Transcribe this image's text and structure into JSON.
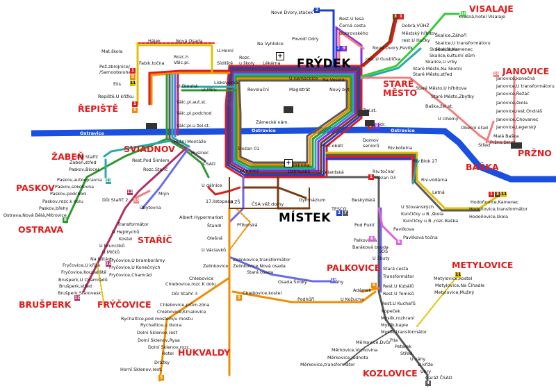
{
  "cities": [
    {
      "key": "frydek",
      "name": "FRÝDEK"
    },
    {
      "key": "mistek",
      "name": "MÍSTEK"
    }
  ],
  "towns": [
    {
      "key": "visalaje",
      "name": "VISALAJE"
    },
    {
      "key": "janovice",
      "name": "JANOVICE"
    },
    {
      "key": "stare_mesto_1",
      "name": "STARÉ"
    },
    {
      "key": "stare_mesto_2",
      "name": "MĚSTO"
    },
    {
      "key": "repiste",
      "name": "ŘEPIŠTĚ"
    },
    {
      "key": "sviadnov",
      "name": "SVIADNOV"
    },
    {
      "key": "zaben",
      "name": "ŽABEŇ"
    },
    {
      "key": "paskov",
      "name": "PASKOV"
    },
    {
      "key": "ostrava",
      "name": "OSTRAVA"
    },
    {
      "key": "baska",
      "name": "BAŠKA"
    },
    {
      "key": "przno",
      "name": "PRŽNO"
    },
    {
      "key": "staric",
      "name": "STAŘÍČ"
    },
    {
      "key": "brusperk",
      "name": "BRUŠPERK"
    },
    {
      "key": "frycovice",
      "name": "FRÝČOVICE"
    },
    {
      "key": "palkovice",
      "name": "PALKOVICE"
    },
    {
      "key": "metylovice",
      "name": "METYLOVICE"
    },
    {
      "key": "hukvaldy",
      "name": "HUKVALDY"
    },
    {
      "key": "kozlovice",
      "name": "KOZLOVICE"
    }
  ],
  "river": {
    "name": "Ostravice",
    "color": "#1a4fe0"
  },
  "line_colors": {
    "1": "#e01b1b",
    "2": "#1a3fd6",
    "3": "#7a3a10",
    "4": "#2d9a2d",
    "5": "#f08c00",
    "6": "#5a5a5a",
    "7": "#3aa33a",
    "8": "#2aa8a8",
    "9": "#8a2be2",
    "10": "#33cc33",
    "11": "#e0c000",
    "12": "#b03060",
    "13": "#00a0c0",
    "14": "#f08080",
    "15": "#6a6af0"
  },
  "stops": [
    {
      "k": "s1",
      "t": "Nové Dvory,staček"
    },
    {
      "k": "s2",
      "t": "Rest.U lesa"
    },
    {
      "k": "s3",
      "t": "Černá cesta"
    },
    {
      "k": "s4",
      "t": "Dobrovského"
    },
    {
      "k": "s5",
      "t": "Dobrá,VÚHŽ"
    },
    {
      "k": "s6",
      "t": "Městský hřbitov"
    },
    {
      "k": "s7",
      "t": "rest.U Hučky"
    },
    {
      "k": "s8",
      "t": "Nové Dvory,Pavlík"
    },
    {
      "k": "s9",
      "t": "rest.U Gustlíčka"
    },
    {
      "k": "s10",
      "t": "Krásná,hotel Visalaje"
    },
    {
      "k": "s11",
      "t": "Skalice,Záhoří"
    },
    {
      "k": "s12",
      "t": "Skalice,U transformátoru"
    },
    {
      "k": "s13",
      "t": "Skalice,Kamenec"
    },
    {
      "k": "s14",
      "t": "Skalice,škola"
    },
    {
      "k": "s15",
      "t": "Skalice,kulturní dům"
    },
    {
      "k": "s16",
      "t": "Skalice,U vrby"
    },
    {
      "k": "s17",
      "t": "Staré Město,střed"
    },
    {
      "k": "s18",
      "t": "Staré Město,Na Skotni"
    },
    {
      "k": "s19",
      "t": "Staré Město,Zbytky"
    },
    {
      "k": "s20",
      "t": "Staré Město,U hřbitova"
    },
    {
      "k": "s21",
      "t": "Baška,žel.st."
    },
    {
      "k": "s22",
      "t": "U cihelny"
    },
    {
      "k": "s23",
      "t": "Obecní úřad"
    },
    {
      "k": "s24",
      "t": "Střed"
    },
    {
      "k": "s25",
      "t": "Pržno,žel.st."
    },
    {
      "k": "s26",
      "t": "Malá Baška"
    },
    {
      "k": "s27",
      "t": "Janovice,Legerský"
    },
    {
      "k": "s28",
      "t": "Janovice,Chovanec"
    },
    {
      "k": "s29",
      "t": "Janovice,rest.Ondráš"
    },
    {
      "k": "s30",
      "t": "Janovice,škola"
    },
    {
      "k": "s31",
      "t": "Janovice,Řežáč"
    },
    {
      "k": "s32",
      "t": "Janovice,U transformátoru"
    },
    {
      "k": "s33",
      "t": "Janovice,konečná"
    },
    {
      "k": "s34",
      "t": "Povodí Odry"
    },
    {
      "k": "s35",
      "t": "Na Vyhlídce"
    },
    {
      "k": "s36",
      "t": "Lékárna"
    },
    {
      "k": "s37",
      "t": "Rozc."
    },
    {
      "k": "s38",
      "t": "u školy"
    },
    {
      "k": "s39",
      "t": "Sídliště"
    },
    {
      "k": "s40",
      "t": "Rozc.h"
    },
    {
      "k": "s41",
      "t": "Válc.pl."
    },
    {
      "k": "s42",
      "t": "Hájek"
    },
    {
      "k": "s43",
      "t": "Nová Osada"
    },
    {
      "k": "s44",
      "t": "U.Horní"
    },
    {
      "k": "s45",
      "t": "Mat.škola"
    },
    {
      "k": "s46",
      "t": "Fabik.točna"
    },
    {
      "k": "s47",
      "t": "Pož.zbrojnice/"
    },
    {
      "k": "s48",
      "t": "/Samoobsluha"
    },
    {
      "k": "s49",
      "t": "Elis"
    },
    {
      "k": "s50",
      "t": "Řepiště,U křížku"
    },
    {
      "k": "s51",
      "t": "ul.Dlouhá"
    },
    {
      "k": "s52",
      "t": "ul.Míru"
    },
    {
      "k": "s53",
      "t": "Lískovecká"
    },
    {
      "k": "s54",
      "t": "Válc.pl.aut.st."
    },
    {
      "k": "s55",
      "t": "Válc.pl.podchod"
    },
    {
      "k": "s56",
      "t": "Válc.pl.u žel.st."
    },
    {
      "k": "s57",
      "t": "Hutní Montáže"
    },
    {
      "k": "s58",
      "t": "Husinec"
    },
    {
      "k": "s59",
      "t": "ČSAD"
    },
    {
      "k": "s60",
      "t": "U nemocnice"
    },
    {
      "k": "s61",
      "t": "Magistrát"
    },
    {
      "k": "s62",
      "t": "Na Veselé"
    },
    {
      "k": "s63",
      "t": "Nový byt"
    },
    {
      "k": "s64",
      "t": "Revoluční"
    },
    {
      "k": "s65",
      "t": "Zámecké nám."
    },
    {
      "k": "s66",
      "t": "Žel.st."
    },
    {
      "k": "s67",
      "t": "Aut.nádr."
    },
    {
      "k": "s68",
      "t": "Polit.obětí"
    },
    {
      "k": "s69",
      "t": "Domov"
    },
    {
      "k": "s70",
      "t": "seniorů"
    },
    {
      "k": "s71",
      "t": "Riv.kotelna"
    },
    {
      "k": "s72",
      "t": "Riv.Blok 27"
    },
    {
      "k": "s73",
      "t": "Slezan 01"
    },
    {
      "k": "s74",
      "t": "Poliklinika"
    },
    {
      "k": "s75",
      "t": "Ostravská"
    },
    {
      "k": "s76",
      "t": "Frýdlantská"
    },
    {
      "k": "s77",
      "t": "Anenská"
    },
    {
      "k": "s78",
      "t": "Riv.točna/"
    },
    {
      "k": "s79",
      "t": "/Slezan 03"
    },
    {
      "k": "s80",
      "t": "Riv.vodárna"
    },
    {
      "k": "s81",
      "t": "Letná"
    },
    {
      "k": "s82",
      "t": "Beskydská"
    },
    {
      "k": "s83",
      "t": "U Stovanských"
    },
    {
      "k": "s84",
      "t": "Kunčičky u B.,škola"
    },
    {
      "k": "s85",
      "t": "Kunčičky u B.,rozc.Baška"
    },
    {
      "k": "s86",
      "t": "Hodoňovice,Kamenec"
    },
    {
      "k": "s87",
      "t": "Hodoňovice,transformátor"
    },
    {
      "k": "s88",
      "t": "Hodoňovice,škola"
    },
    {
      "k": "s89",
      "t": "TESCO"
    },
    {
      "k": "s90",
      "t": "Pod Puklí"
    },
    {
      "k": "s91",
      "t": "Gymnázium"
    },
    {
      "k": "s92",
      "t": "ČSA věž.domy"
    },
    {
      "k": "s93",
      "t": "8.ZŠ"
    },
    {
      "k": "s94",
      "t": "17.listopadu"
    },
    {
      "k": "s95",
      "t": "U dálnice"
    },
    {
      "k": "s96",
      "t": "Albert Hypermarket"
    },
    {
      "k": "s97",
      "t": "Štandl"
    },
    {
      "k": "s98",
      "t": "Příborská"
    },
    {
      "k": "s99",
      "t": "Olešná"
    },
    {
      "k": "s100",
      "t": "U Václavků"
    },
    {
      "k": "s101",
      "t": "Zelinkovice"
    },
    {
      "k": "s102",
      "t": "Zelinkovice,transformátor"
    },
    {
      "k": "s103",
      "t": "Zelinkovice,Nová osada"
    },
    {
      "k": "s104",
      "t": "Stará osada"
    },
    {
      "k": "s105",
      "t": "Osada Široký"
    },
    {
      "k": "s106",
      "t": "Dráhy"
    },
    {
      "k": "s107",
      "t": "Chlebovice"
    },
    {
      "k": "s108",
      "t": "Chlebovice,rozc.K dolu"
    },
    {
      "k": "s109",
      "t": "Chlebovice,kostel"
    },
    {
      "k": "s110",
      "t": "Důl Staříč 3"
    },
    {
      "k": "s111",
      "t": "Podhůří"
    },
    {
      "k": "s112",
      "t": "U Kožucha"
    },
    {
      "k": "s113",
      "t": "Adámek"
    },
    {
      "k": "s114",
      "t": "Pavlíkova"
    },
    {
      "k": "s115",
      "t": "Pavlíkova točna"
    },
    {
      "k": "s116",
      "t": "Palkovická"
    },
    {
      "k": "s117",
      "t": "Baráková bouda"
    },
    {
      "k": "s118",
      "t": "SOŠ"
    },
    {
      "k": "s119",
      "t": "U Škuty"
    },
    {
      "k": "s120",
      "t": "Stará cesta"
    },
    {
      "k": "s121",
      "t": "Transformátor"
    },
    {
      "k": "s122",
      "t": "Rest.U Kubálů"
    },
    {
      "k": "s123",
      "t": "Rest.U Tomisů"
    },
    {
      "k": "s124",
      "t": "Rest.U Kuchařů"
    },
    {
      "k": "s125",
      "t": "Kopeček"
    },
    {
      "k": "s126",
      "t": "Myslík,rozhraní"
    },
    {
      "k": "s127",
      "t": "Myslík,kaple"
    },
    {
      "k": "s128",
      "t": "Myslík,transformátor"
    },
    {
      "k": "s129",
      "t": "Pila"
    },
    {
      "k": "s130",
      "t": "Peterek"
    },
    {
      "k": "s131",
      "t": "Střed"
    },
    {
      "k": "s132",
      "t": "U váhy"
    },
    {
      "k": "s133",
      "t": "U kříže"
    },
    {
      "k": "s134",
      "t": "Uhry"
    },
    {
      "k": "s135",
      "t": "Garáž ČSAD"
    },
    {
      "k": "s136",
      "t": "Měrkovice,Dvůr"
    },
    {
      "k": "s137",
      "t": "Měrkovice,Vrchovina"
    },
    {
      "k": "s138",
      "t": "Měrkovice,Jednota"
    },
    {
      "k": "s139",
      "t": "Měrkovice,transformátor"
    },
    {
      "k": "s140",
      "t": "Metylovice,kostel"
    },
    {
      "k": "s141",
      "t": "Metylovice,Na Čihadle"
    },
    {
      "k": "s142",
      "t": "Metylovice,Mužný"
    },
    {
      "k": "s143",
      "t": "Chlebovice,prům.zóna"
    },
    {
      "k": "s144",
      "t": "Chlebovice,Krnalovice"
    },
    {
      "k": "s145",
      "t": "Rychaltice,pod mostem/u mostu"
    },
    {
      "k": "s146",
      "t": "Rychaltice,u dvora"
    },
    {
      "k": "s147",
      "t": "Dolní Sklenov,rest"
    },
    {
      "k": "s148",
      "t": "Dolní Sklenov,Rysa"
    },
    {
      "k": "s149",
      "t": "Dolní Sklenov,rozc."
    },
    {
      "k": "s150",
      "t": "Hotel"
    },
    {
      "k": "s151",
      "t": "Drážky"
    },
    {
      "k": "s152",
      "t": "Horní Sklenov,rest."
    },
    {
      "k": "s153",
      "t": "Transformátor"
    },
    {
      "k": "s154",
      "t": "U Hejdrychů"
    },
    {
      "k": "s155",
      "t": "Kostel"
    },
    {
      "k": "s156",
      "t": "U Bruncliků"
    },
    {
      "k": "s157",
      "t": "U Mičků"
    },
    {
      "k": "s158",
      "t": "Na Kútách"
    },
    {
      "k": "s159",
      "t": "Fryčovice,U kříže"
    },
    {
      "k": "s160",
      "t": "Fryčovice,Koupaliště"
    },
    {
      "k": "s161",
      "t": "Brušperk,U Chamrádů"
    },
    {
      "k": "s162",
      "t": "Brušperk,střed"
    },
    {
      "k": "s163",
      "t": "Brušperk,Starovesk"
    },
    {
      "k": "s164",
      "t": "Fryčovice,U bramborárny"
    },
    {
      "k": "s165",
      "t": "Fryčovice,U Konečných"
    },
    {
      "k": "s166",
      "t": "Fryčovice,Chamrád"
    },
    {
      "k": "s167",
      "t": "Mlýn"
    },
    {
      "k": "s168",
      "t": "Úbytovna"
    },
    {
      "k": "s169",
      "t": "Důl Staříč 2"
    },
    {
      "k": "s170",
      "t": "Důl Staříč"
    },
    {
      "k": "s171",
      "t": "Žabeň,střed"
    },
    {
      "k": "s172",
      "t": "Paskov,Biocel"
    },
    {
      "k": "s173",
      "t": "Paskov,autoopravna"
    },
    {
      "k": "s174",
      "t": "Paskov,sokolovna"
    },
    {
      "k": "s175",
      "t": "Paskov,podchod"
    },
    {
      "k": "s176",
      "t": "Paskov,rozc.k dolu"
    },
    {
      "k": "s177",
      "t": "Paskov,břehy"
    },
    {
      "k": "s178",
      "t": "Ostrava,Nová Bělá,Mitrovice"
    },
    {
      "k": "s179",
      "t": "Rest.Pod Šimlem"
    },
    {
      "k": "s180",
      "t": "Rozc.Staříč"
    }
  ]
}
